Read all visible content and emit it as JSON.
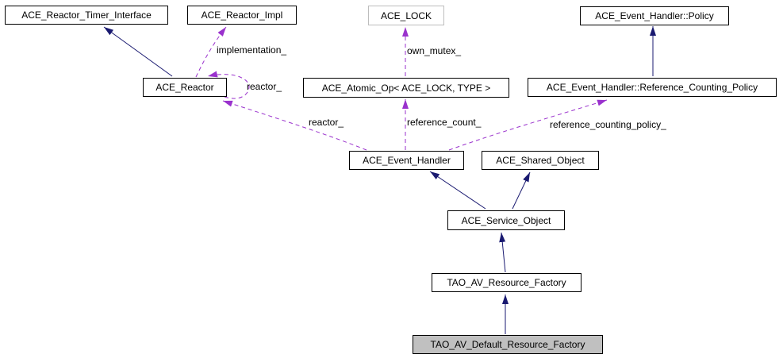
{
  "diagram_type": "class-collaboration-graph",
  "colors": {
    "inheritance_edge": "#191970",
    "usage_edge": "#9a32cd",
    "node_border": "#000000",
    "undocumented_node_border": "#bdbdbd",
    "current_node_fill": "#c0c0c0",
    "background": "#ffffff",
    "text": "#000000"
  },
  "nodes": [
    {
      "id": "ace-reactor-timer-interface",
      "label": "ACE_Reactor_Timer_Interface"
    },
    {
      "id": "ace-reactor-impl",
      "label": "ACE_Reactor_Impl"
    },
    {
      "id": "ace-lock",
      "label": "ACE_LOCK"
    },
    {
      "id": "ace-event-handler-policy",
      "label": "ACE_Event_Handler::Policy"
    },
    {
      "id": "ace-reactor",
      "label": "ACE_Reactor"
    },
    {
      "id": "ace-atomic-op",
      "label": "ACE_Atomic_Op< ACE_LOCK, TYPE >"
    },
    {
      "id": "ace-event-handler-reference-counting-policy",
      "label": "ACE_Event_Handler::Reference_Counting_Policy"
    },
    {
      "id": "ace-event-handler",
      "label": "ACE_Event_Handler"
    },
    {
      "id": "ace-shared-object",
      "label": "ACE_Shared_Object"
    },
    {
      "id": "ace-service-object",
      "label": "ACE_Service_Object"
    },
    {
      "id": "tao-av-resource-factory",
      "label": "TAO_AV_Resource_Factory"
    },
    {
      "id": "tao-av-default-resource-factory",
      "label": "TAO_AV_Default_Resource_Factory"
    }
  ],
  "edge_labels": [
    {
      "id": "implementation",
      "text": "implementation_"
    },
    {
      "id": "own-mutex",
      "text": "own_mutex_"
    },
    {
      "id": "reactor-self",
      "text": "reactor_"
    },
    {
      "id": "reactor",
      "text": "reactor_"
    },
    {
      "id": "reference-count",
      "text": "reference_count_"
    },
    {
      "id": "reference-counting-policy",
      "text": "reference_counting_policy_"
    }
  ],
  "edges": [
    {
      "from": "ACE_Reactor",
      "to": "ACE_Reactor_Timer_Interface",
      "type": "inheritance"
    },
    {
      "from": "ACE_Event_Handler::Reference_Counting_Policy",
      "to": "ACE_Event_Handler::Policy",
      "type": "inheritance"
    },
    {
      "from": "ACE_Service_Object",
      "to": "ACE_Event_Handler",
      "type": "inheritance"
    },
    {
      "from": "ACE_Service_Object",
      "to": "ACE_Shared_Object",
      "type": "inheritance"
    },
    {
      "from": "TAO_AV_Resource_Factory",
      "to": "ACE_Service_Object",
      "type": "inheritance"
    },
    {
      "from": "TAO_AV_Default_Resource_Factory",
      "to": "TAO_AV_Resource_Factory",
      "type": "inheritance"
    },
    {
      "from": "ACE_Reactor",
      "to": "ACE_Reactor_Impl",
      "type": "usage",
      "label": "implementation_"
    },
    {
      "from": "ACE_Atomic_Op< ACE_LOCK, TYPE >",
      "to": "ACE_LOCK",
      "type": "usage",
      "label": "own_mutex_"
    },
    {
      "from": "ACE_Reactor",
      "to": "ACE_Reactor",
      "type": "usage",
      "label": "reactor_"
    },
    {
      "from": "ACE_Event_Handler",
      "to": "ACE_Reactor",
      "type": "usage",
      "label": "reactor_"
    },
    {
      "from": "ACE_Event_Handler",
      "to": "ACE_Atomic_Op< ACE_LOCK, TYPE >",
      "type": "usage",
      "label": "reference_count_"
    },
    {
      "from": "ACE_Event_Handler",
      "to": "ACE_Event_Handler::Reference_Counting_Policy",
      "type": "usage",
      "label": "reference_counting_policy_"
    }
  ]
}
